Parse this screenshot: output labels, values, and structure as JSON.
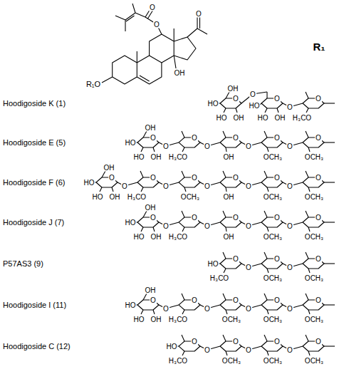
{
  "diagram": {
    "labels": [
      "O",
      "O",
      "O",
      "OH",
      "R₁O",
      "R₁",
      "Hoodigoside K (1)",
      "OH",
      "O",
      "HO",
      "HO",
      "OH",
      "O",
      "O",
      "HO",
      "HO",
      "OH",
      "O",
      "O",
      "H₃CO",
      "Hoodigoside E (5)",
      "OH",
      "O",
      "HO",
      "HO",
      "OH",
      "O",
      "O",
      "H₃CO",
      "O",
      "O",
      "OH",
      "O",
      "O",
      "OCH₃",
      "O",
      "O",
      "OCH₃",
      "Hoodigoside F (6)",
      "OH",
      "O",
      "HO",
      "HO",
      "OH",
      "O",
      "O",
      "H₃CO",
      "O",
      "O",
      "OCH₃",
      "O",
      "O",
      "OH",
      "O",
      "O",
      "OCH₃",
      "O",
      "O",
      "OCH₃",
      "Hoodigoside J (7)",
      "OH",
      "O",
      "HO",
      "HO",
      "OH",
      "O",
      "O",
      "H₃CO",
      "O",
      "O",
      "OH",
      "O",
      "O",
      "OCH₃",
      "O",
      "O",
      "OCH₃",
      "P57AS3 (9)",
      "O",
      "HO",
      "H₃CO",
      "O",
      "O",
      "OCH₃",
      "O",
      "O",
      "OCH₃",
      "Hoodigoside I (11)",
      "OH",
      "O",
      "HO",
      "HO",
      "OH",
      "O",
      "O",
      "H₃CO",
      "O",
      "O",
      "OCH₃",
      "O",
      "O",
      "OCH₃",
      "O",
      "O",
      "OCH₃",
      "Hoodigoside C (12)",
      "O",
      "HO",
      "H₃CO",
      "O",
      "O",
      "OCH₃",
      "O",
      "O",
      "OCH₃",
      "O",
      "O",
      "OCH₃"
    ]
  }
}
